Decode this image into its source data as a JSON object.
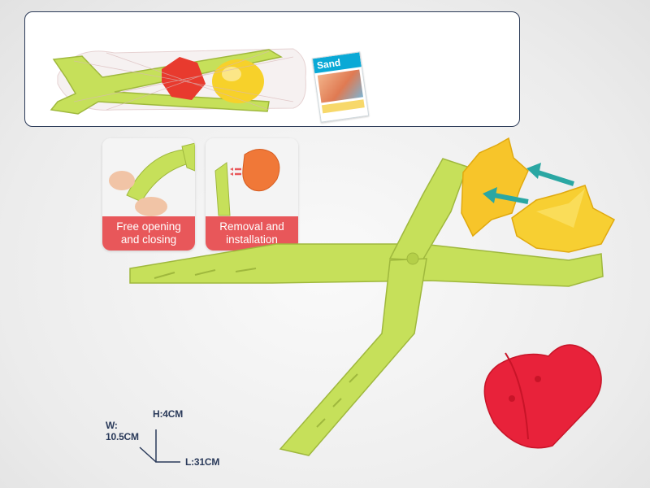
{
  "package": {
    "sand_label": "Sand"
  },
  "features": [
    {
      "caption_line1": "Free opening",
      "caption_line2": "and closing"
    },
    {
      "caption_line1": "Removal and",
      "caption_line2": "installation"
    }
  ],
  "dimensions": {
    "width_label_line1": "W:",
    "width_label_line2": "10.5CM",
    "height_label": "H:4CM",
    "length_label": "L:31CM"
  },
  "colors": {
    "tool_green": "#c6e05a",
    "caption_red": "#e8575a",
    "star_yellow": "#f7c52a",
    "heart_red": "#e8223a",
    "arrow_teal": "#2aa7a3"
  }
}
